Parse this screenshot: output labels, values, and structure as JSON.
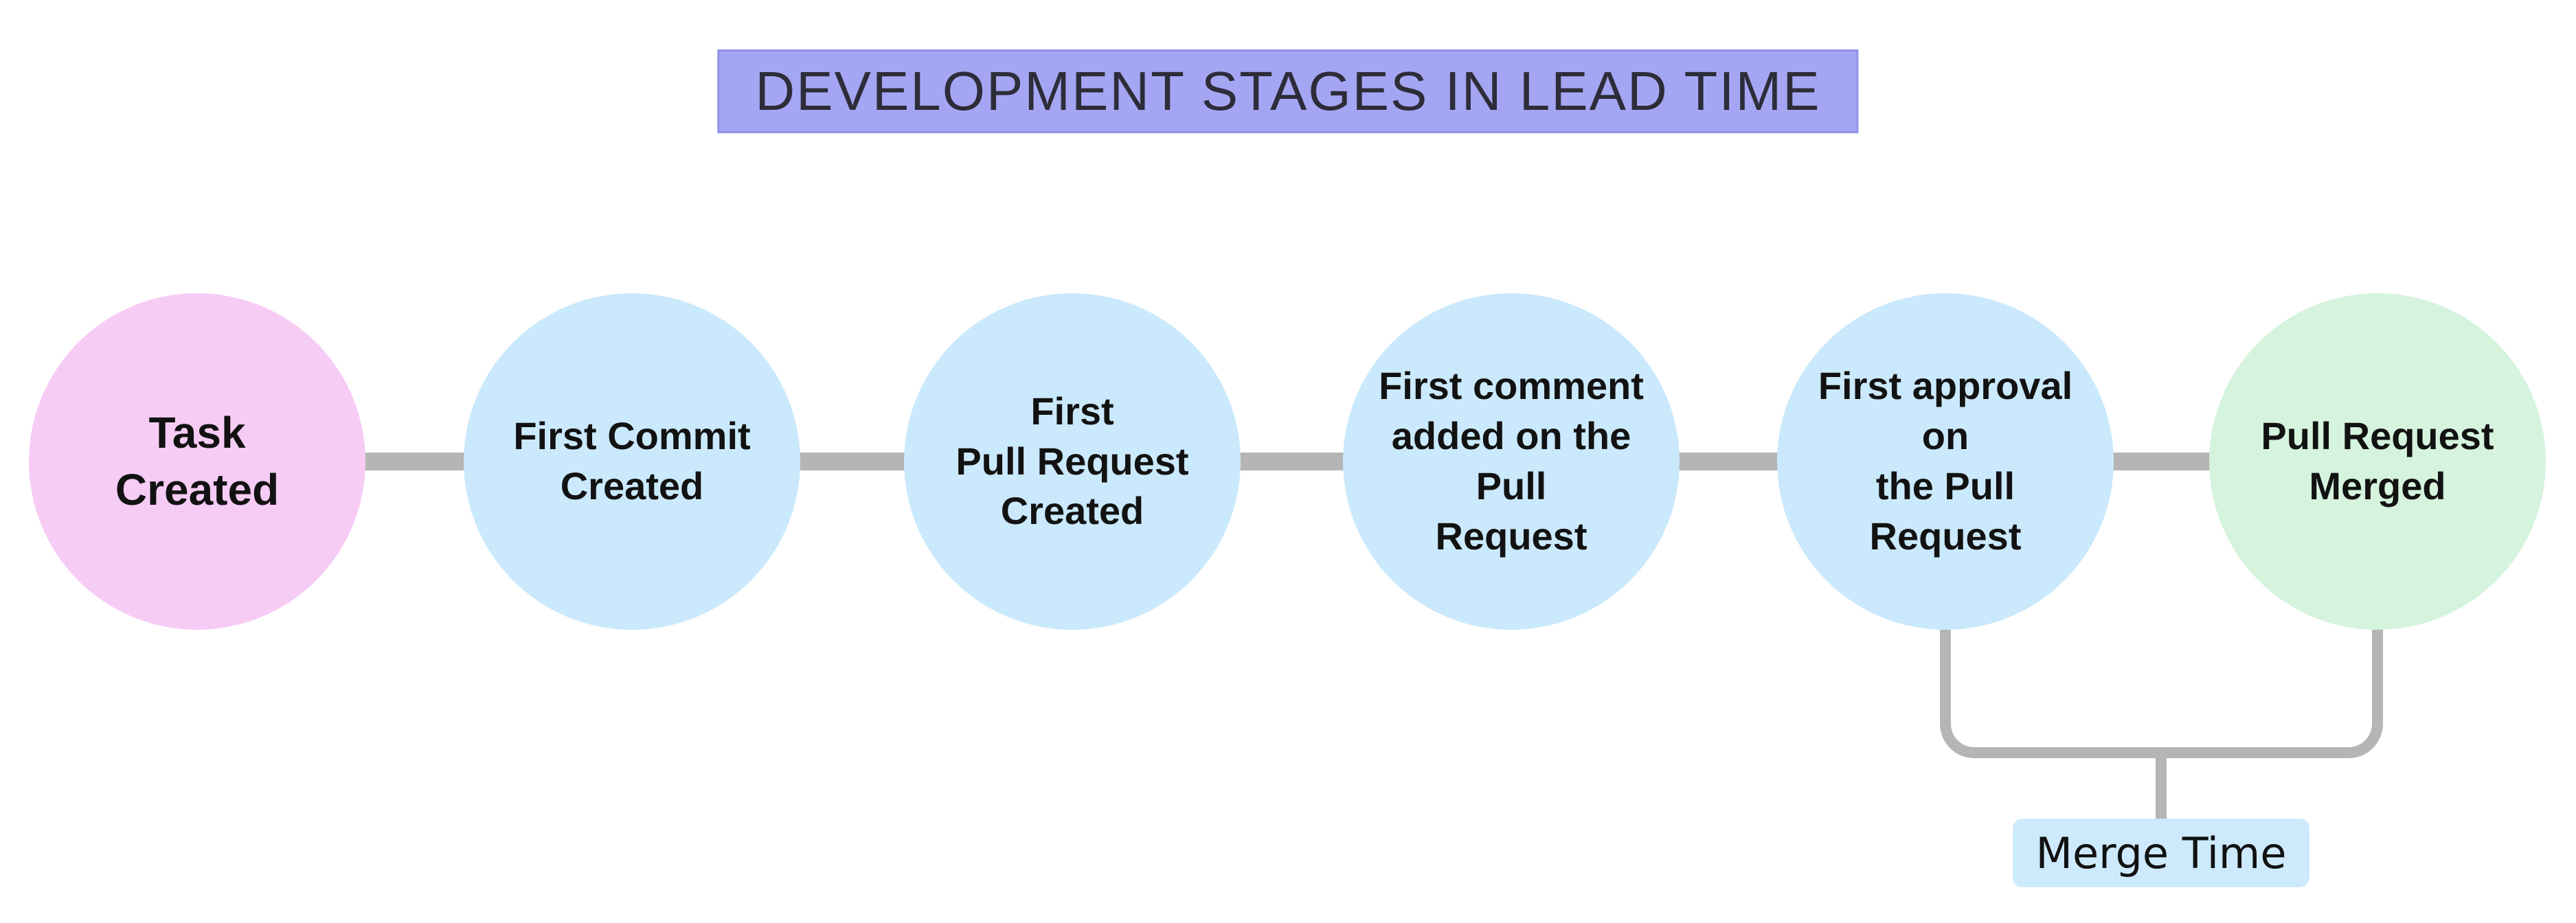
{
  "title": "DEVELOPMENT STAGES IN LEAD TIME",
  "stages": [
    {
      "label": "Task\nCreated",
      "color": "#f6ccf5"
    },
    {
      "label": "First Commit\nCreated",
      "color": "#cbe9fc"
    },
    {
      "label": "First\nPull Request\nCreated",
      "color": "#cbe9fc"
    },
    {
      "label": "First comment\nadded on the Pull\nRequest",
      "color": "#cbe9fc"
    },
    {
      "label": "First approval on\nthe Pull Request",
      "color": "#cbe9fc"
    },
    {
      "label": "Pull Request\nMerged",
      "color": "#d5f3dd"
    }
  ],
  "annotation": {
    "label": "Merge Time",
    "color": "#cdeafc",
    "spans_stages": [
      "First approval on the Pull Request",
      "Pull Request Merged"
    ]
  },
  "colors": {
    "title_bg": "#a5a6f3",
    "title_text": "#2d2d3a",
    "connector": "#b5b5b5",
    "stage_text": "#121212"
  }
}
